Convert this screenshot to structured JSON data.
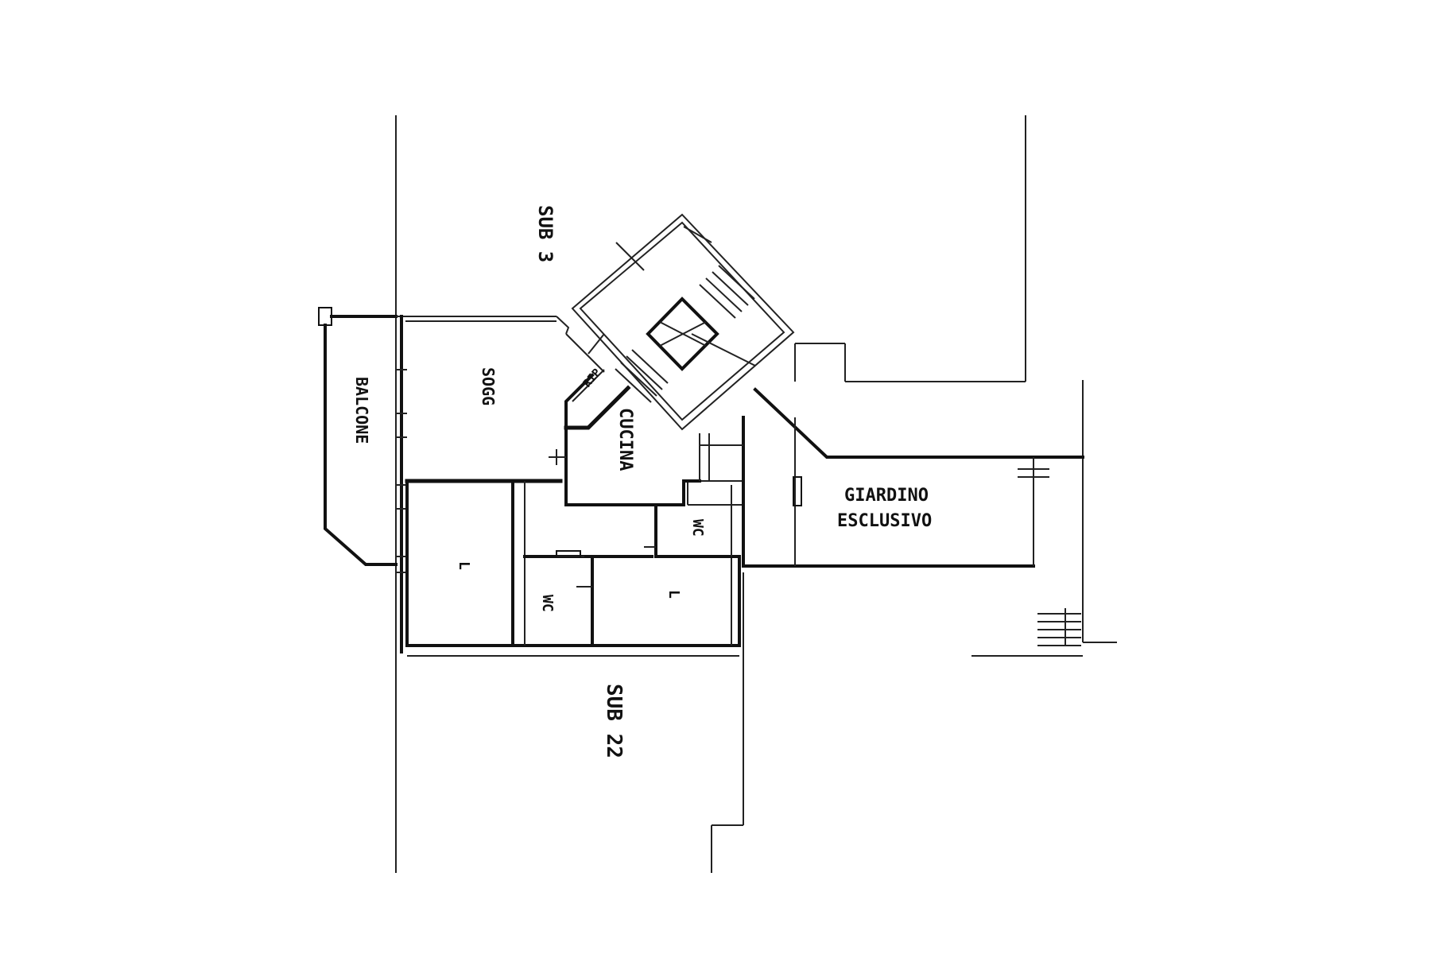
{
  "labels": {
    "sub_3": "SUB 3",
    "sub_22": "SUB 22",
    "balcone": "BALCONE",
    "sogg": "SOGG",
    "rip": "RIP",
    "cucina": "CUCINA",
    "giardino": "GIARDINO",
    "esclusivo": "ESCLUSIVO",
    "wc_1": "WC",
    "wc_2": "WC",
    "l_1": "L",
    "l_2": "L"
  },
  "colors": {
    "ink": "#111111",
    "paper": "#ffffff"
  }
}
